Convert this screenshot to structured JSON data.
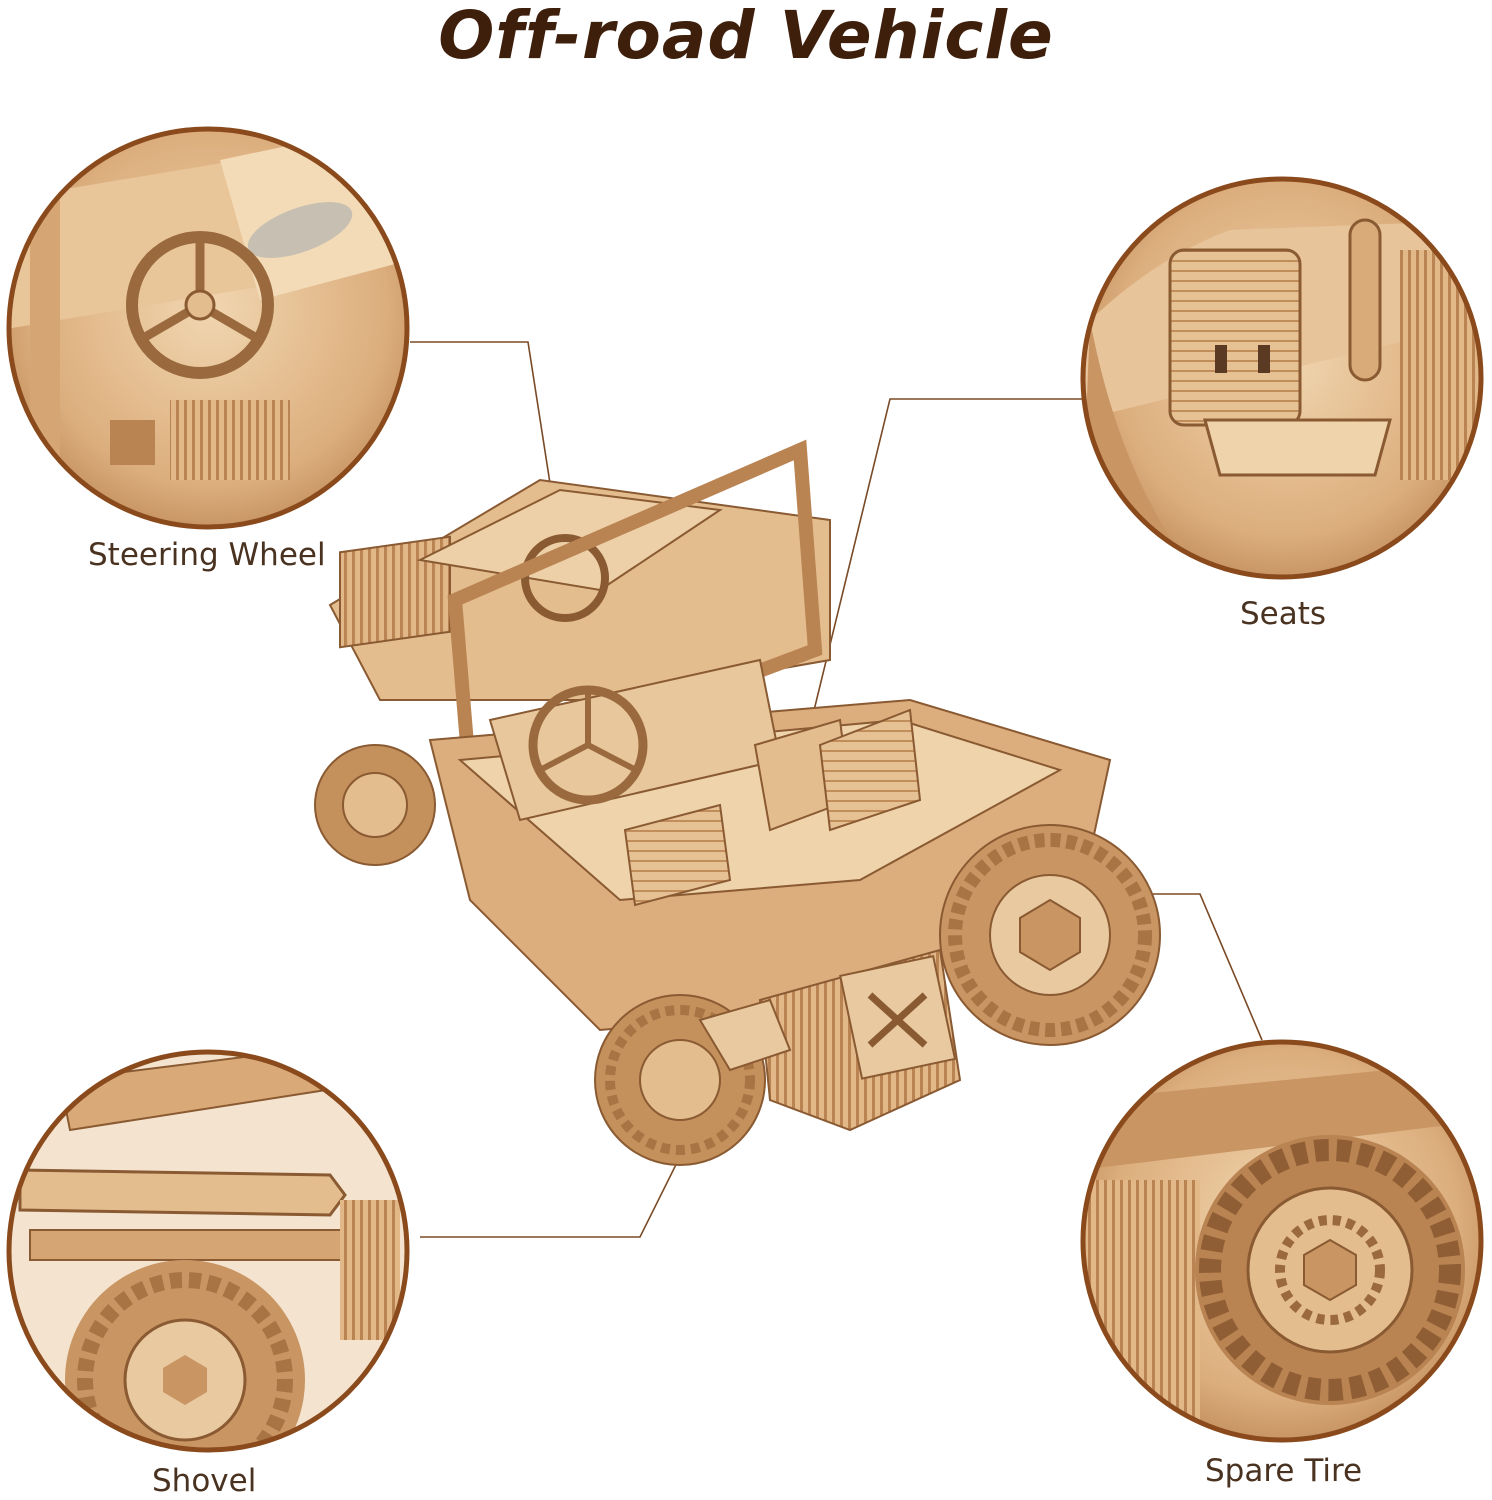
{
  "title": "Off-road Vehicle",
  "callouts": {
    "steering_wheel": "Steering Wheel",
    "seats": "Seats",
    "shovel": "Shovel",
    "spare_tire": "Spare Tire"
  },
  "colors": {
    "title": "#3e1f0c",
    "ring": "#8a4a1c",
    "leader": "#7a4a26",
    "wood_light": "#e9c9a0",
    "wood_mid": "#d4a574",
    "wood_dark": "#9a6a3e",
    "label": "#4a3220"
  }
}
